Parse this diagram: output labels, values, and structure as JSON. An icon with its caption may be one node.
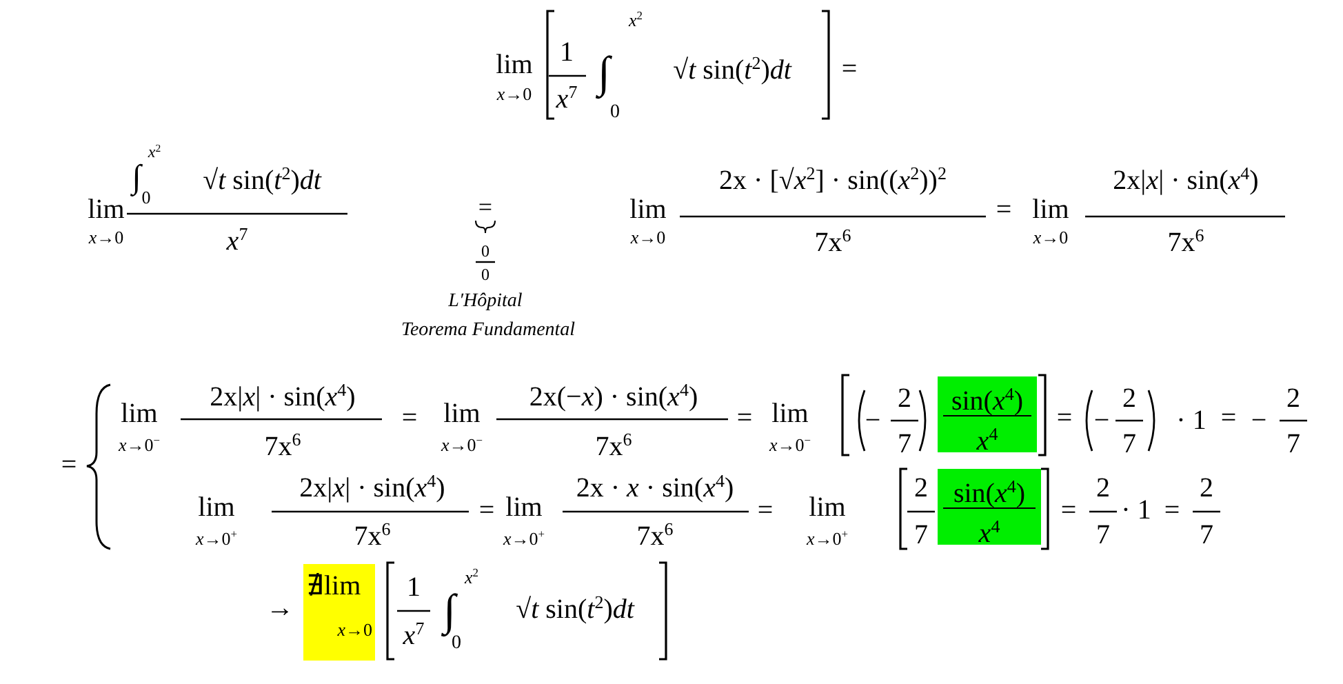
{
  "diagram": {
    "nodes": [
      {
        "text": [
          "sin(*x*$^{4}$)",
          "*x*$^{4}$"
        ]
      },
      {
        "text": [
          "sin(*x*$^{4}$)",
          "*x*$^{4}$"
        ]
      },
      {
        "text": [
          "∄lim",
          "*x*→0"
        ]
      }
    ],
    "labels": [
      "lim",
      "*x*→0",
      "1",
      "*x*$^{7}$",
      "∫",
      "*x*$^{2}$",
      "0",
      "√*t* sin(*t*$^{2}$)*dt*",
      "=",
      "lim",
      "*x*→0",
      "∫",
      "*x*$^{2}$",
      "0",
      "√*t* sin(*t*$^{2}$)*dt*",
      "*x*$^{7}$",
      "=",
      "0",
      "0",
      "L′Hôpital",
      "Teorema Fundamental",
      "lim",
      "*x*→0",
      "2x · [√*x*$^{2}$] · sin((*x*$^{2}$))$^{2}$",
      "7x$^{6}$",
      "=",
      "lim",
      "*x*→0",
      "2x|*x*| · sin(*x*$^{4}$)",
      "7x$^{6}$",
      "=",
      "lim",
      "*x*→0$^{−}$",
      "2x|*x*| · sin(*x*$^{4}$)",
      "7x$^{6}$",
      "=",
      "lim",
      "*x*→0$^{−}$",
      "2x(−*x*) · sin(*x*$^{4}$)",
      "7x$^{6}$",
      "=",
      "lim",
      "*x*→0$^{−}$",
      "−",
      "2",
      "7",
      "=",
      "−",
      "2",
      "7",
      "· 1",
      "=",
      "−",
      "2",
      "7",
      "lim",
      "*x*→0$^{+}$",
      "2x|*x*| · sin(*x*$^{4}$)",
      "7x$^{6}$",
      "=",
      "lim",
      "*x*→0$^{+}$",
      "2x · *x* · sin(*x*$^{4}$)",
      "7x$^{6}$",
      "=",
      "lim",
      "*x*→0$^{+}$",
      "2",
      "7",
      "=",
      "2",
      "7",
      "· 1",
      "=",
      "2",
      "7",
      "→",
      "1",
      "*x*$^{7}$",
      "∫",
      "*x*$^{2}$",
      "0",
      "√*t* sin(*t*$^{2}$)*dt*"
    ]
  }
}
